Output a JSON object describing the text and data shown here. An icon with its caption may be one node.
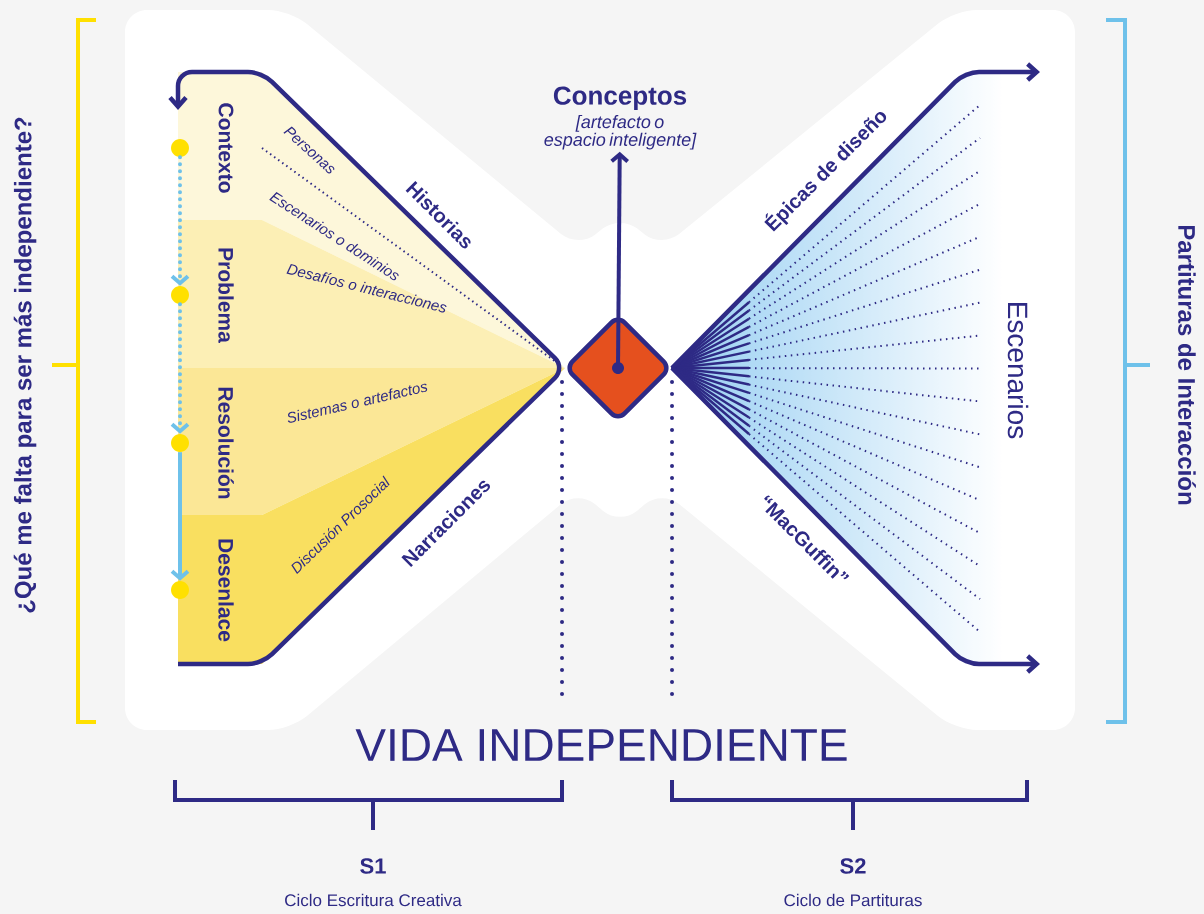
{
  "diagram": {
    "nodes": [
      {
        "text": [],
        "shape": "circle",
        "beside": [
          "Contexto"
        ]
      },
      {
        "text": [],
        "shape": "circle",
        "beside": [
          "Problema"
        ]
      },
      {
        "text": [],
        "shape": "circle",
        "beside": [
          "Resolución"
        ]
      },
      {
        "text": [],
        "shape": "circle",
        "beside": [
          "Desenlace"
        ]
      },
      {
        "text": [],
        "shape": "diamond"
      },
      {
        "text": [
          "Conceptos",
          "[artefacto o espacio inteligente]"
        ]
      }
    ],
    "edges": [
      {
        "from": 0,
        "to": 1,
        "arrow": "to",
        "style": "dashed"
      },
      {
        "from": 1,
        "to": 2,
        "arrow": "to",
        "style": "dashed"
      },
      {
        "from": 2,
        "to": 3,
        "arrow": "to"
      },
      {
        "from": 4,
        "to": 5,
        "arrow": "to",
        "color": "#2e2a85"
      }
    ],
    "labels": [
      "¿Qué me falta para ser más independiente?",
      "Personas",
      "Escenarios o dominios",
      "Historias",
      "Desafíos o interacciones",
      "Sistemas o artefactos",
      "Discusión Prosocial",
      "Narraciones",
      "Épicas de diseño",
      "Escenarios",
      "“MacGuffin”",
      "Partituras de Interacción",
      "VIDA INDEPENDIENTE",
      "S1",
      "Ciclo Escritura Creativa",
      "S2",
      "Ciclo de Partituras"
    ]
  }
}
